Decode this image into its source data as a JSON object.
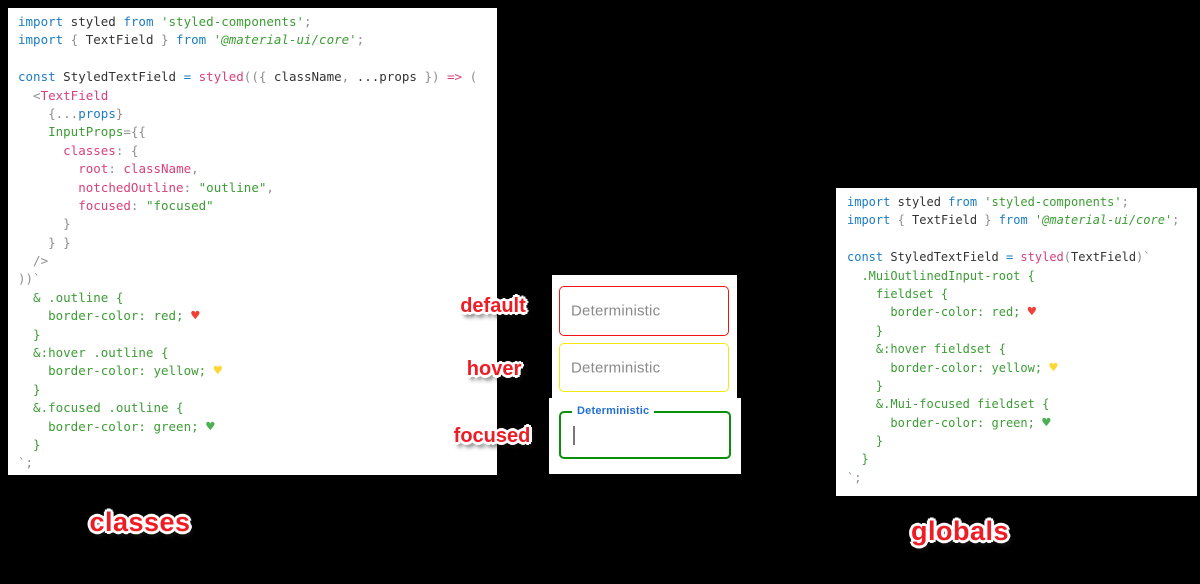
{
  "background": "#000000",
  "colors": {
    "panel_bg": "#ffffff",
    "annotation_red": "#ee1c25",
    "tf_default_border": "#f21313",
    "tf_hover_border": "#f3e90c",
    "tf_focused_border": "#0b8f0b",
    "tf_placeholder_grey": "#8a8a8a",
    "tf_focused_label_blue": "#2470cf",
    "cursor_grey": "#777777",
    "tokens": {
      "k": "#1c7dbf",
      "p": "#333333",
      "s": "#3d9c35",
      "si": "#3d9c35",
      "m": "#d6417b",
      "g": "#8e8e8e",
      "c": "#3d9c35",
      "hr": "#ef4136",
      "hy": "#fdd835",
      "hg": "#4caf50"
    }
  },
  "code_left": {
    "lines": [
      [
        [
          "k",
          "import"
        ],
        [
          "p",
          " styled "
        ],
        [
          "k",
          "from"
        ],
        [
          "s",
          " 'styled-components'"
        ],
        [
          "g",
          ";"
        ]
      ],
      [
        [
          "k",
          "import"
        ],
        [
          "g",
          " { "
        ],
        [
          "p",
          "TextField"
        ],
        [
          "g",
          " } "
        ],
        [
          "k",
          "from"
        ],
        [
          "si",
          " '@material-ui/core'"
        ],
        [
          "g",
          ";"
        ]
      ],
      [],
      [
        [
          "k",
          "const"
        ],
        [
          "p",
          " StyledTextField "
        ],
        [
          "k",
          "="
        ],
        [
          "p",
          " "
        ],
        [
          "m",
          "styled"
        ],
        [
          "g",
          "(({ "
        ],
        [
          "p",
          "className"
        ],
        [
          "g",
          ", "
        ],
        [
          "p",
          "...props"
        ],
        [
          "g",
          " }) "
        ],
        [
          "m",
          "=>"
        ],
        [
          "g",
          " ("
        ]
      ],
      [
        [
          "g",
          "  <"
        ],
        [
          "m",
          "TextField"
        ]
      ],
      [
        [
          "g",
          "    {..."
        ],
        [
          "k",
          "props"
        ],
        [
          "g",
          "}"
        ]
      ],
      [
        [
          "g",
          "    "
        ],
        [
          "s",
          "InputProps"
        ],
        [
          "g",
          "={{"
        ]
      ],
      [
        [
          "g",
          "      "
        ],
        [
          "m",
          "classes"
        ],
        [
          "g",
          ": {"
        ]
      ],
      [
        [
          "g",
          "        "
        ],
        [
          "m",
          "root"
        ],
        [
          "g",
          ": "
        ],
        [
          "m",
          "className"
        ],
        [
          "g",
          ","
        ]
      ],
      [
        [
          "g",
          "        "
        ],
        [
          "m",
          "notchedOutline"
        ],
        [
          "g",
          ": "
        ],
        [
          "s",
          "\"outline\""
        ],
        [
          "g",
          ","
        ]
      ],
      [
        [
          "g",
          "        "
        ],
        [
          "m",
          "focused"
        ],
        [
          "g",
          ": "
        ],
        [
          "s",
          "\"focused\""
        ]
      ],
      [
        [
          "g",
          "      }"
        ]
      ],
      [
        [
          "g",
          "    } }"
        ]
      ],
      [
        [
          "g",
          "  />"
        ]
      ],
      [
        [
          "g",
          "))`"
        ]
      ],
      [
        [
          "c",
          "  & .outline {"
        ]
      ],
      [
        [
          "c",
          "    border-color: red; "
        ],
        [
          "hr",
          "♥"
        ]
      ],
      [
        [
          "c",
          "  }"
        ]
      ],
      [
        [
          "c",
          "  &:hover .outline {"
        ]
      ],
      [
        [
          "c",
          "    border-color: yellow; "
        ],
        [
          "hy",
          "♥"
        ]
      ],
      [
        [
          "c",
          "  }"
        ]
      ],
      [
        [
          "c",
          "  &.focused .outline {"
        ]
      ],
      [
        [
          "c",
          "    border-color: green; "
        ],
        [
          "hg",
          "♥"
        ]
      ],
      [
        [
          "c",
          "  }"
        ]
      ],
      [
        [
          "g",
          "`;"
        ]
      ]
    ]
  },
  "code_right": {
    "lines": [
      [
        [
          "k",
          "import"
        ],
        [
          "p",
          " styled "
        ],
        [
          "k",
          "from"
        ],
        [
          "s",
          " 'styled-components'"
        ],
        [
          "g",
          ";"
        ]
      ],
      [
        [
          "k",
          "import"
        ],
        [
          "g",
          " { "
        ],
        [
          "p",
          "TextField"
        ],
        [
          "g",
          " } "
        ],
        [
          "k",
          "from"
        ],
        [
          "si",
          " '@material-ui/core'"
        ],
        [
          "g",
          ";"
        ]
      ],
      [],
      [
        [
          "k",
          "const"
        ],
        [
          "p",
          " StyledTextField "
        ],
        [
          "k",
          "="
        ],
        [
          "p",
          " "
        ],
        [
          "m",
          "styled"
        ],
        [
          "g",
          "("
        ],
        [
          "p",
          "TextField"
        ],
        [
          "g",
          ")`"
        ]
      ],
      [
        [
          "c",
          "  .MuiOutlinedInput-root {"
        ]
      ],
      [
        [
          "c",
          "    fieldset {"
        ]
      ],
      [
        [
          "c",
          "      border-color: red; "
        ],
        [
          "hr",
          "♥"
        ]
      ],
      [
        [
          "c",
          "    }"
        ]
      ],
      [
        [
          "c",
          "    &:hover fieldset {"
        ]
      ],
      [
        [
          "c",
          "      border-color: yellow; "
        ],
        [
          "hy",
          "♥"
        ]
      ],
      [
        [
          "c",
          "    }"
        ]
      ],
      [
        [
          "c",
          "    &.Mui-focused fieldset {"
        ]
      ],
      [
        [
          "c",
          "      border-color: green; "
        ],
        [
          "hg",
          "♥"
        ]
      ],
      [
        [
          "c",
          "    }"
        ]
      ],
      [
        [
          "c",
          "  }"
        ]
      ],
      [
        [
          "g",
          "`;"
        ]
      ]
    ]
  },
  "states": {
    "default": "default",
    "hover": "hover",
    "focused": "focused"
  },
  "textfields": {
    "default": {
      "placeholder": "Deterministic"
    },
    "hover": {
      "placeholder": "Deterministic"
    },
    "focused": {
      "label": "Deterministic",
      "value": ""
    }
  },
  "captions": {
    "left": "classes",
    "right": "globals"
  }
}
